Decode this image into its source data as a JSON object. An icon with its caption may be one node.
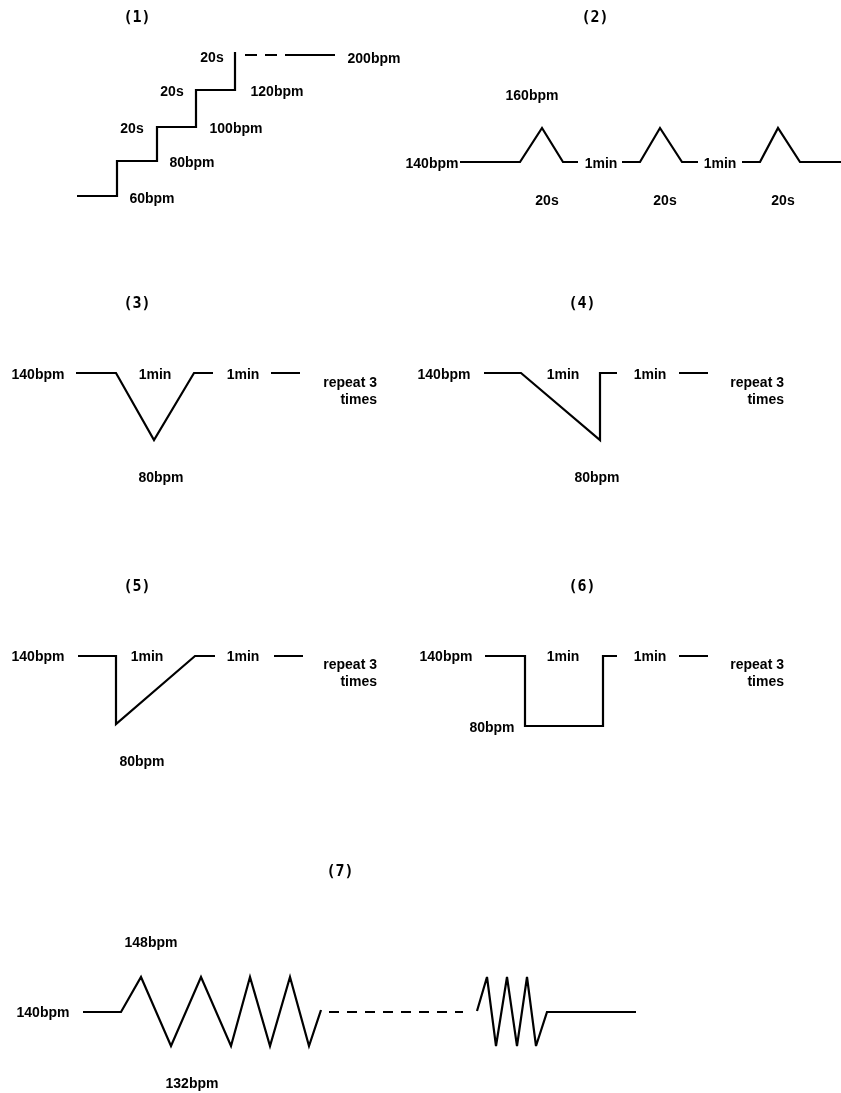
{
  "diagram": {
    "labels": [
      "(1)",
      "(2)",
      "20s",
      "200bpm",
      "20s",
      "120bpm",
      "160bpm",
      "20s",
      "100bpm",
      "80bpm",
      "140bpm",
      "1min",
      "1min",
      "60bpm",
      "20s",
      "20s",
      "20s",
      "(3)",
      "(4)",
      "140bpm",
      "1min",
      "1min",
      "repeat 3 times",
      "140bpm",
      "1min",
      "1min",
      "repeat 3 times",
      "80bpm",
      "80bpm",
      "(5)",
      "(6)",
      "140bpm",
      "1min",
      "1min",
      "repeat 3 times",
      "140bpm",
      "1min",
      "1min",
      "repeat 3 times",
      "80bpm",
      "80bpm",
      "(7)",
      "148bpm",
      "140bpm",
      "132bpm"
    ]
  }
}
